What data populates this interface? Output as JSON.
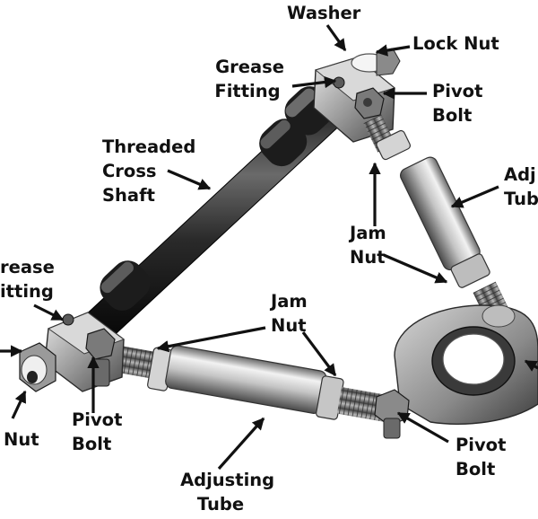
{
  "diagram": {
    "labels": {
      "washer": [
        "Washer"
      ],
      "lock_nut_top": [
        "Lock Nut"
      ],
      "grease_fitting_top": [
        "Grease",
        "Fitting"
      ],
      "pivot_bolt_top": [
        "Pivot",
        "Bolt"
      ],
      "threaded_cross_shaft": [
        "Threaded",
        "Cross",
        "Shaft"
      ],
      "adjusting_tube_right": [
        "Adj",
        "Tub"
      ],
      "jam_nut_right": [
        "Jam",
        "Nut"
      ],
      "grease_fitting_left": [
        "rease",
        "itting"
      ],
      "jam_nut_bottom": [
        "Jam",
        "Nut"
      ],
      "lock_nut_left": [
        "Nut"
      ],
      "pivot_bolt_left": [
        "Pivot",
        "Bolt"
      ],
      "pivot_bolt_right": [
        "Pivot",
        "Bolt"
      ],
      "adjusting_tube_bottom": [
        "Adjusting",
        "Tube"
      ]
    },
    "colors": {
      "ink": "#111111",
      "metal_light": "#e6e6e6",
      "metal_mid": "#a8a8a8",
      "metal_dark": "#555555",
      "black_part": "#1c1c1c"
    }
  }
}
